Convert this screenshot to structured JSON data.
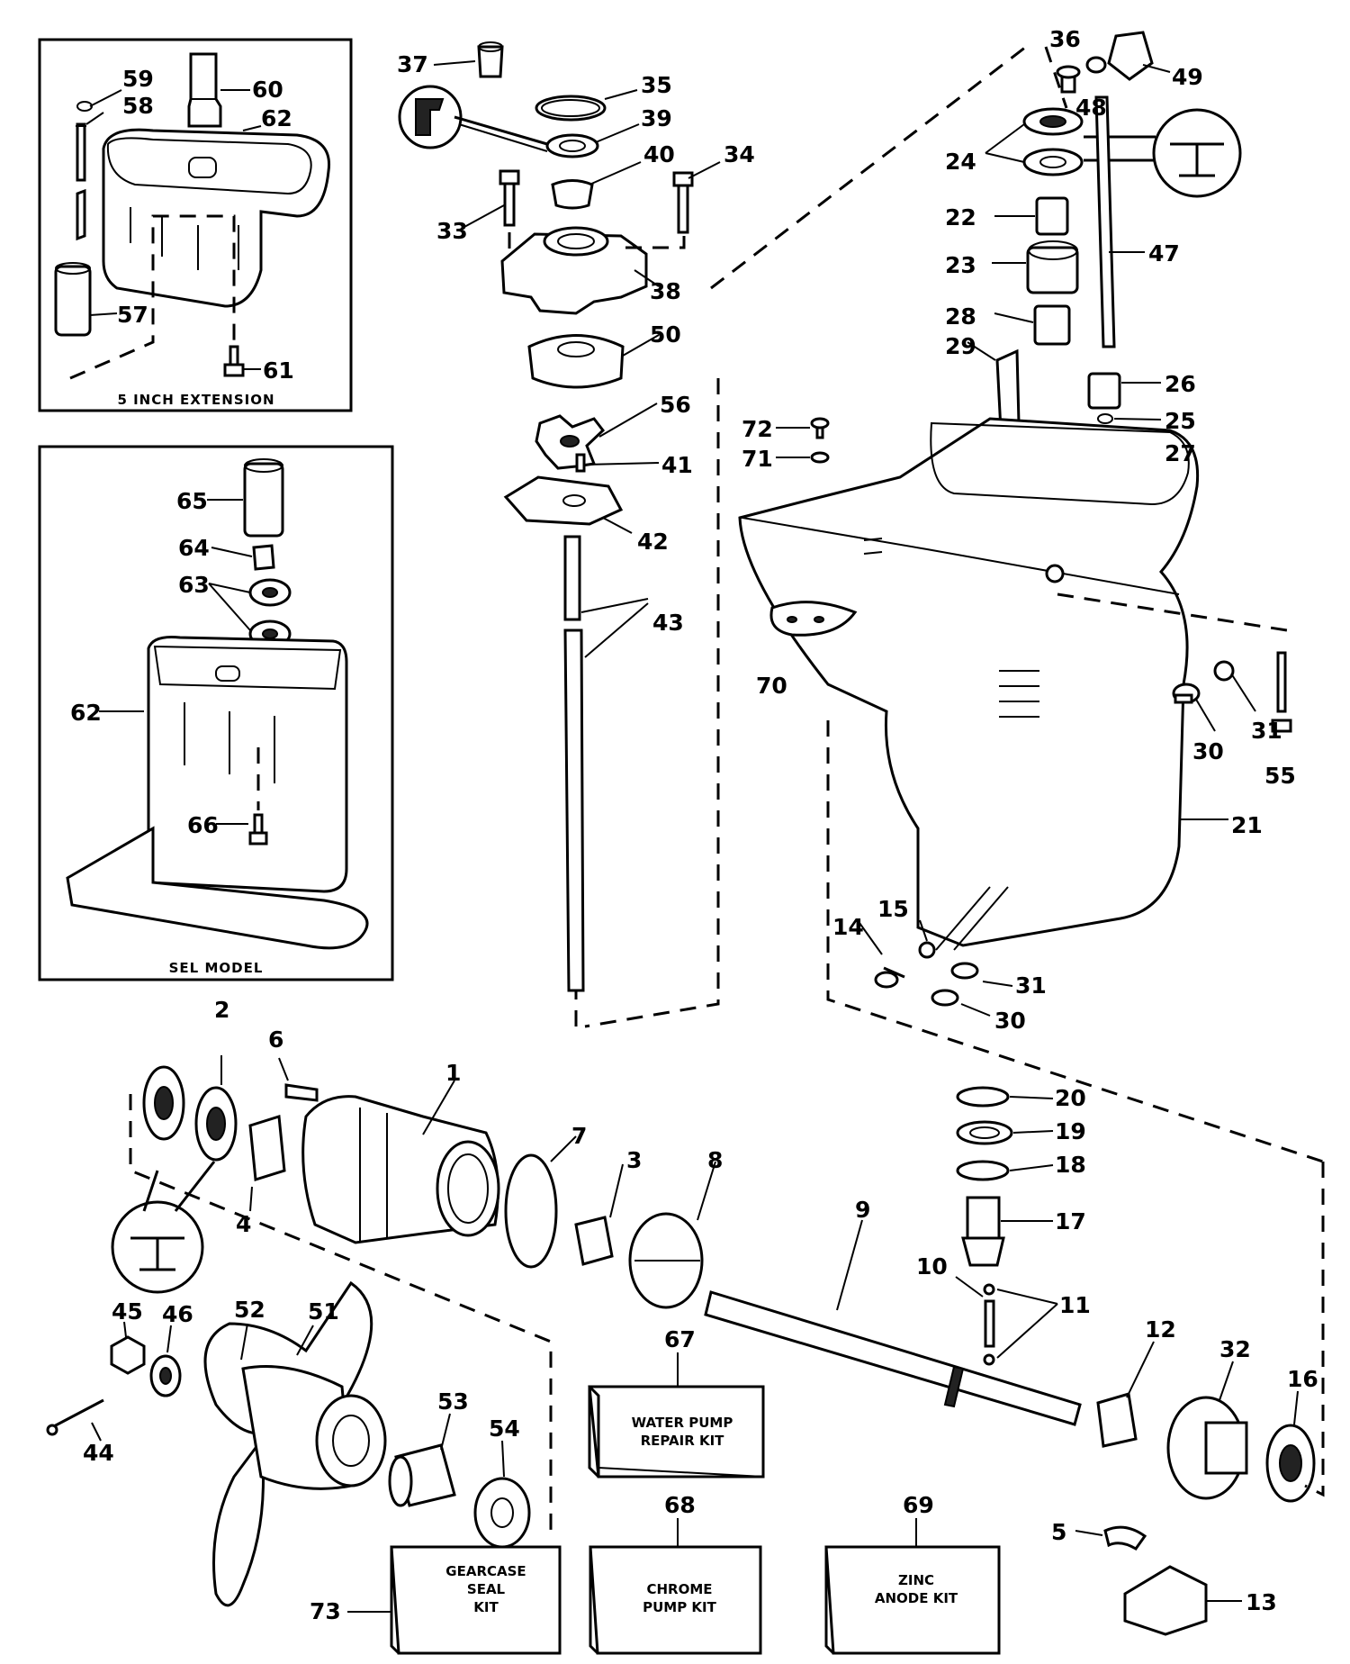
{
  "insets": {
    "extension_caption": "5 INCH EXTENSION",
    "sel_caption": "SEL MODEL"
  },
  "kits": {
    "water_pump": [
      "WATER PUMP",
      "REPAIR KIT"
    ],
    "gearcase_seal": [
      "GEARCASE",
      "SEAL",
      "KIT"
    ],
    "chrome_pump": [
      "CHROME",
      "PUMP KIT"
    ],
    "zinc_anode": [
      "ZINC",
      "ANODE KIT"
    ]
  },
  "callouts": {
    "p1": "1",
    "p2": "2",
    "p3": "3",
    "p4": "4",
    "p5": "5",
    "p6": "6",
    "p7": "7",
    "p8": "8",
    "p9": "9",
    "p10": "10",
    "p11": "11",
    "p12": "12",
    "p13": "13",
    "p14": "14",
    "p15": "15",
    "p16": "16",
    "p17": "17",
    "p18": "18",
    "p19": "19",
    "p20": "20",
    "p21": "21",
    "p22": "22",
    "p23": "23",
    "p24": "24",
    "p25": "25",
    "p26": "26",
    "p27": "27",
    "p28": "28",
    "p29": "29",
    "p30": "30",
    "p31": "31",
    "p32": "32",
    "p33": "33",
    "p34": "34",
    "p35": "35",
    "p36": "36",
    "p37": "37",
    "p38": "38",
    "p39": "39",
    "p40": "40",
    "p41": "41",
    "p42": "42",
    "p43": "43",
    "p44": "44",
    "p45": "45",
    "p46": "46",
    "p47": "47",
    "p48": "48",
    "p49": "49",
    "p50": "50",
    "p51": "51",
    "p52": "52",
    "p53": "53",
    "p54": "54",
    "p55": "55",
    "p56": "56",
    "p57": "57",
    "p58": "58",
    "p59": "59",
    "p60": "60",
    "p61": "61",
    "p62": "62",
    "p63": "63",
    "p64": "64",
    "p65": "65",
    "p66": "66",
    "p67": "67",
    "p68": "68",
    "p69": "69",
    "p70": "70",
    "p71": "71",
    "p72": "72",
    "p73": "73"
  }
}
